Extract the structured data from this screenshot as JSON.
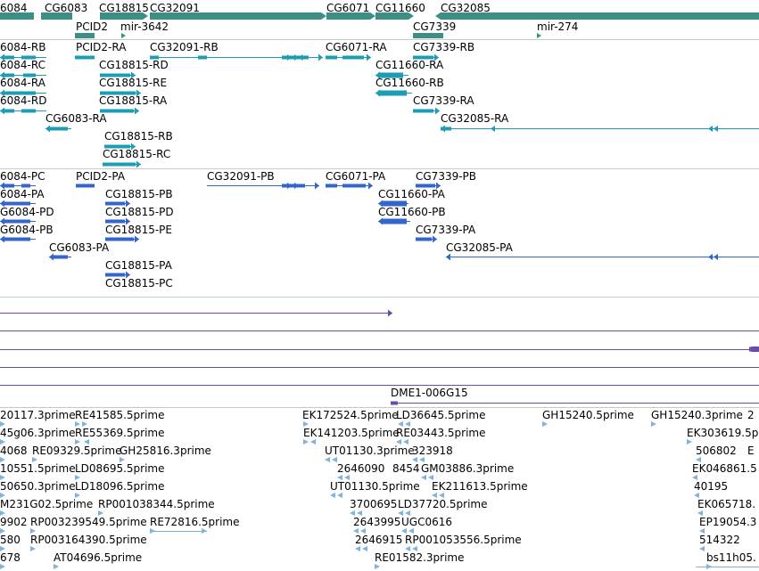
{
  "colors": {
    "gene": "#3d8f86",
    "tx_rna": "#1d9db3",
    "tx_protein": "#3366cc",
    "purple": "#6a4bad",
    "est": "#7fb2de"
  },
  "tracks": {
    "genes": [
      {
        "label": "6084"
      },
      {
        "label": "CG6083"
      },
      {
        "label": "CG18815"
      },
      {
        "label": "CG32091"
      },
      {
        "label": "CG6071"
      },
      {
        "label": "CG11660"
      },
      {
        "label": "CG32085"
      },
      {
        "label": "PCID2"
      },
      {
        "label": "mir-3642"
      },
      {
        "label": "CG7339"
      },
      {
        "label": "mir-274"
      }
    ],
    "rna": [
      {
        "label": "6084-RB"
      },
      {
        "label": "PCID2-RA"
      },
      {
        "label": "CG32091-RB"
      },
      {
        "label": "CG6071-RA"
      },
      {
        "label": "CG7339-RB"
      },
      {
        "label": "6084-RC"
      },
      {
        "label": "CG18815-RD"
      },
      {
        "label": "CG11660-RA"
      },
      {
        "label": "6084-RA"
      },
      {
        "label": "CG18815-RE"
      },
      {
        "label": "CG11660-RB"
      },
      {
        "label": "6084-RD"
      },
      {
        "label": "CG18815-RA"
      },
      {
        "label": "CG7339-RA"
      },
      {
        "label": "CG6083-RA"
      },
      {
        "label": "CG32085-RA"
      },
      {
        "label": "CG18815-RB"
      },
      {
        "label": "CG18815-RC"
      }
    ],
    "protein": [
      {
        "label": "6084-PC"
      },
      {
        "label": "PCID2-PA"
      },
      {
        "label": "CG32091-PB"
      },
      {
        "label": "CG6071-PA"
      },
      {
        "label": "CG7339-PB"
      },
      {
        "label": "6084-PA"
      },
      {
        "label": "CG18815-PB"
      },
      {
        "label": "CG11660-PA"
      },
      {
        "label": "G6084-PD"
      },
      {
        "label": "CG18815-PD"
      },
      {
        "label": "CG11660-PB"
      },
      {
        "label": "G6084-PB"
      },
      {
        "label": "CG18815-PE"
      },
      {
        "label": "CG7339-PA"
      },
      {
        "label": "CG6083-PA"
      },
      {
        "label": "CG32085-PA"
      },
      {
        "label": "CG18815-PA"
      },
      {
        "label": "CG18815-PC"
      }
    ],
    "purple_label": "DME1-006G15",
    "est": [
      {
        "label": "20117.3prime"
      },
      {
        "label": "RE41585.5prime"
      },
      {
        "label": "EK172524.5prime"
      },
      {
        "label": "LD36645.5prime"
      },
      {
        "label": "GH15240.5prime"
      },
      {
        "label": "GH15240.3prime"
      },
      {
        "label": "2"
      },
      {
        "label": "45g06.3prime"
      },
      {
        "label": "RE55369.5prime"
      },
      {
        "label": "EK141203.5prime"
      },
      {
        "label": "RE03443.5prime"
      },
      {
        "label": "EK303619.5p"
      },
      {
        "label": "4068"
      },
      {
        "label": "RE09329.5prime"
      },
      {
        "label": "GH25816.3prime"
      },
      {
        "label": "UT01130.3prime"
      },
      {
        "label": "323918"
      },
      {
        "label": "506802"
      },
      {
        "label": "E"
      },
      {
        "label": "10551.5prime"
      },
      {
        "label": "LD08695.5prime"
      },
      {
        "label": "2646090"
      },
      {
        "label": "8454"
      },
      {
        "label": "GM03886.3prime"
      },
      {
        "label": "EK046861.5"
      },
      {
        "label": "50650.3prime"
      },
      {
        "label": "LD18096.5prime"
      },
      {
        "label": "UT01130.5prime"
      },
      {
        "label": "EK211613.5prime"
      },
      {
        "label": "40195"
      },
      {
        "label": "M231G02.5prime"
      },
      {
        "label": "RP001038344.5prime"
      },
      {
        "label": "3700695"
      },
      {
        "label": "LD37720.5prime"
      },
      {
        "label": "EK065718."
      },
      {
        "label": "9902"
      },
      {
        "label": "RP003239549.5prime"
      },
      {
        "label": "RE72816.5prime"
      },
      {
        "label": "2643995"
      },
      {
        "label": "UGC0616"
      },
      {
        "label": "EP19054.3"
      },
      {
        "label": "580"
      },
      {
        "label": "RP003164390.5prime"
      },
      {
        "label": "2646915"
      },
      {
        "label": "RP001053556.5prime"
      },
      {
        "label": "514322"
      },
      {
        "label": "678"
      },
      {
        "label": "AT04696.5prime"
      },
      {
        "label": "RE01582.3prime"
      },
      {
        "label": "bs11h05."
      }
    ]
  }
}
